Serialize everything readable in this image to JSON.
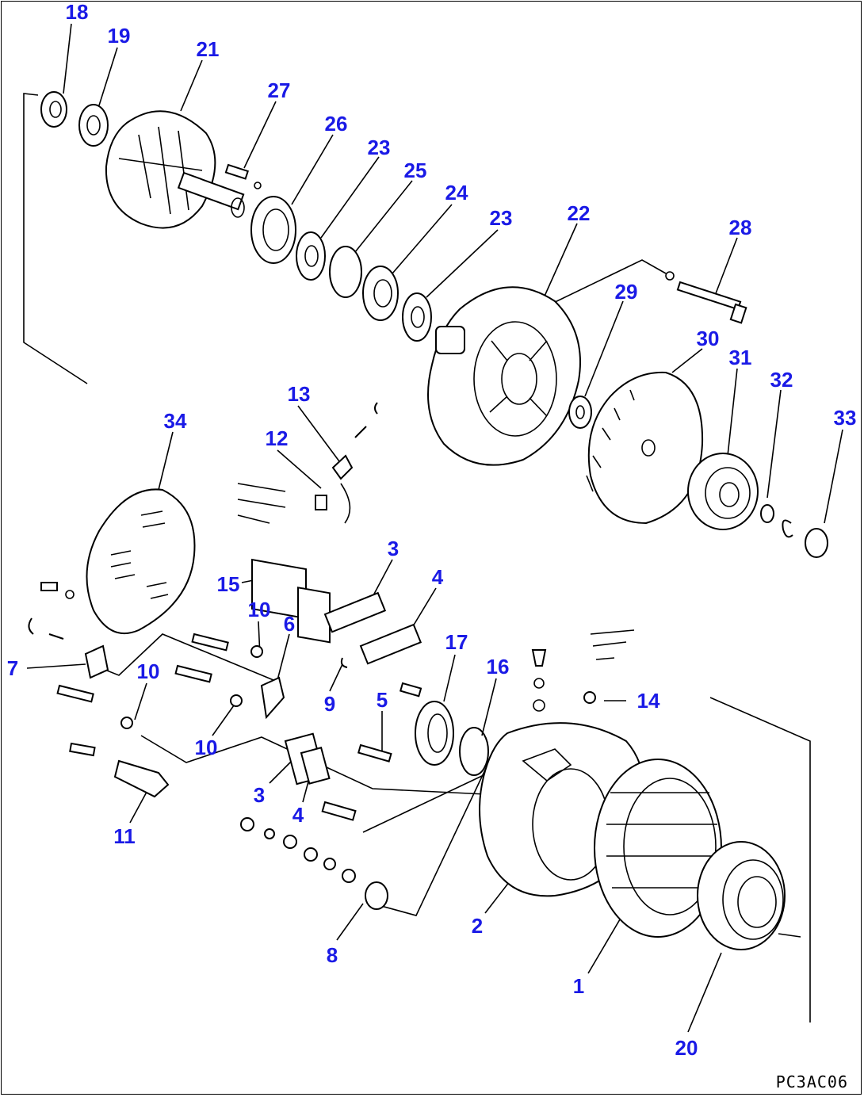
{
  "drawing_code": "PC3AC06",
  "callouts": [
    {
      "id": "c18",
      "label": "18"
    },
    {
      "id": "c19",
      "label": "19"
    },
    {
      "id": "c21",
      "label": "21"
    },
    {
      "id": "c27",
      "label": "27"
    },
    {
      "id": "c26",
      "label": "26"
    },
    {
      "id": "c23a",
      "label": "23"
    },
    {
      "id": "c25",
      "label": "25"
    },
    {
      "id": "c24",
      "label": "24"
    },
    {
      "id": "c23b",
      "label": "23"
    },
    {
      "id": "c22",
      "label": "22"
    },
    {
      "id": "c28",
      "label": "28"
    },
    {
      "id": "c29",
      "label": "29"
    },
    {
      "id": "c30",
      "label": "30"
    },
    {
      "id": "c31",
      "label": "31"
    },
    {
      "id": "c32",
      "label": "32"
    },
    {
      "id": "c33",
      "label": "33"
    },
    {
      "id": "c34",
      "label": "34"
    },
    {
      "id": "c13",
      "label": "13"
    },
    {
      "id": "c12",
      "label": "12"
    },
    {
      "id": "c15",
      "label": "15"
    },
    {
      "id": "c3a",
      "label": "3"
    },
    {
      "id": "c4a",
      "label": "4"
    },
    {
      "id": "c10a",
      "label": "10"
    },
    {
      "id": "c6",
      "label": "6"
    },
    {
      "id": "c17",
      "label": "17"
    },
    {
      "id": "c16",
      "label": "16"
    },
    {
      "id": "c14",
      "label": "14"
    },
    {
      "id": "c7",
      "label": "7"
    },
    {
      "id": "c10b",
      "label": "10"
    },
    {
      "id": "c9",
      "label": "9"
    },
    {
      "id": "c5",
      "label": "5"
    },
    {
      "id": "c10c",
      "label": "10"
    },
    {
      "id": "c3b",
      "label": "3"
    },
    {
      "id": "c4b",
      "label": "4"
    },
    {
      "id": "c11",
      "label": "11"
    },
    {
      "id": "c8",
      "label": "8"
    },
    {
      "id": "c2",
      "label": "2"
    },
    {
      "id": "c1",
      "label": "1"
    },
    {
      "id": "c20",
      "label": "20"
    }
  ]
}
